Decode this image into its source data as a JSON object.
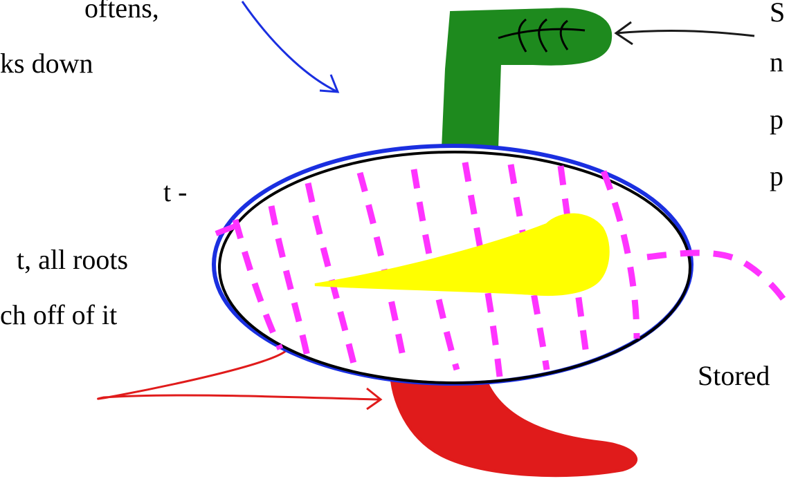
{
  "left_text": {
    "line1": "oftens,",
    "line2": "ks down",
    "line3": "t -",
    "line4": "t, all roots",
    "line5": "ch off of it"
  },
  "right_text": {
    "line1": "S",
    "line2": "n",
    "line3": "p",
    "line4": "p"
  },
  "stored_label": "Stored",
  "colors": {
    "stem": "#1e8a1e",
    "root": "#e01b1b",
    "seed_coat": "#1a2fe0",
    "outline": "#000000",
    "cotyledon": "#ff33ff",
    "embryo": "#ffff00",
    "pointer_blue": "#1a2fe0",
    "pointer_red": "#e01b1b",
    "pointer_black": "#1a1a1a",
    "pointer_magenta": "#ff33ff"
  }
}
